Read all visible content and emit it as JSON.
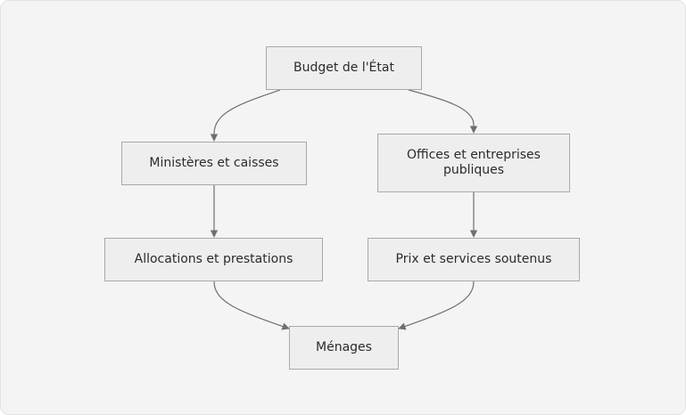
{
  "diagram": {
    "nodes": {
      "budget": "Budget de l'État",
      "ministeres": "Ministères et caisses",
      "offices": "Offices et entreprises publiques",
      "allocations": "Allocations et prestations",
      "prix": "Prix et services soutenus",
      "menages": "Ménages"
    },
    "edges": [
      {
        "from": "budget",
        "to": "ministeres"
      },
      {
        "from": "budget",
        "to": "offices"
      },
      {
        "from": "ministeres",
        "to": "allocations"
      },
      {
        "from": "offices",
        "to": "prix"
      },
      {
        "from": "allocations",
        "to": "menages"
      },
      {
        "from": "prix",
        "to": "menages"
      }
    ],
    "colors": {
      "background": "#f4f4f4",
      "node_fill": "#eeeeee",
      "node_border": "#a9a9a9",
      "edge": "#6f6f6f",
      "text": "#2b2b2b"
    }
  }
}
